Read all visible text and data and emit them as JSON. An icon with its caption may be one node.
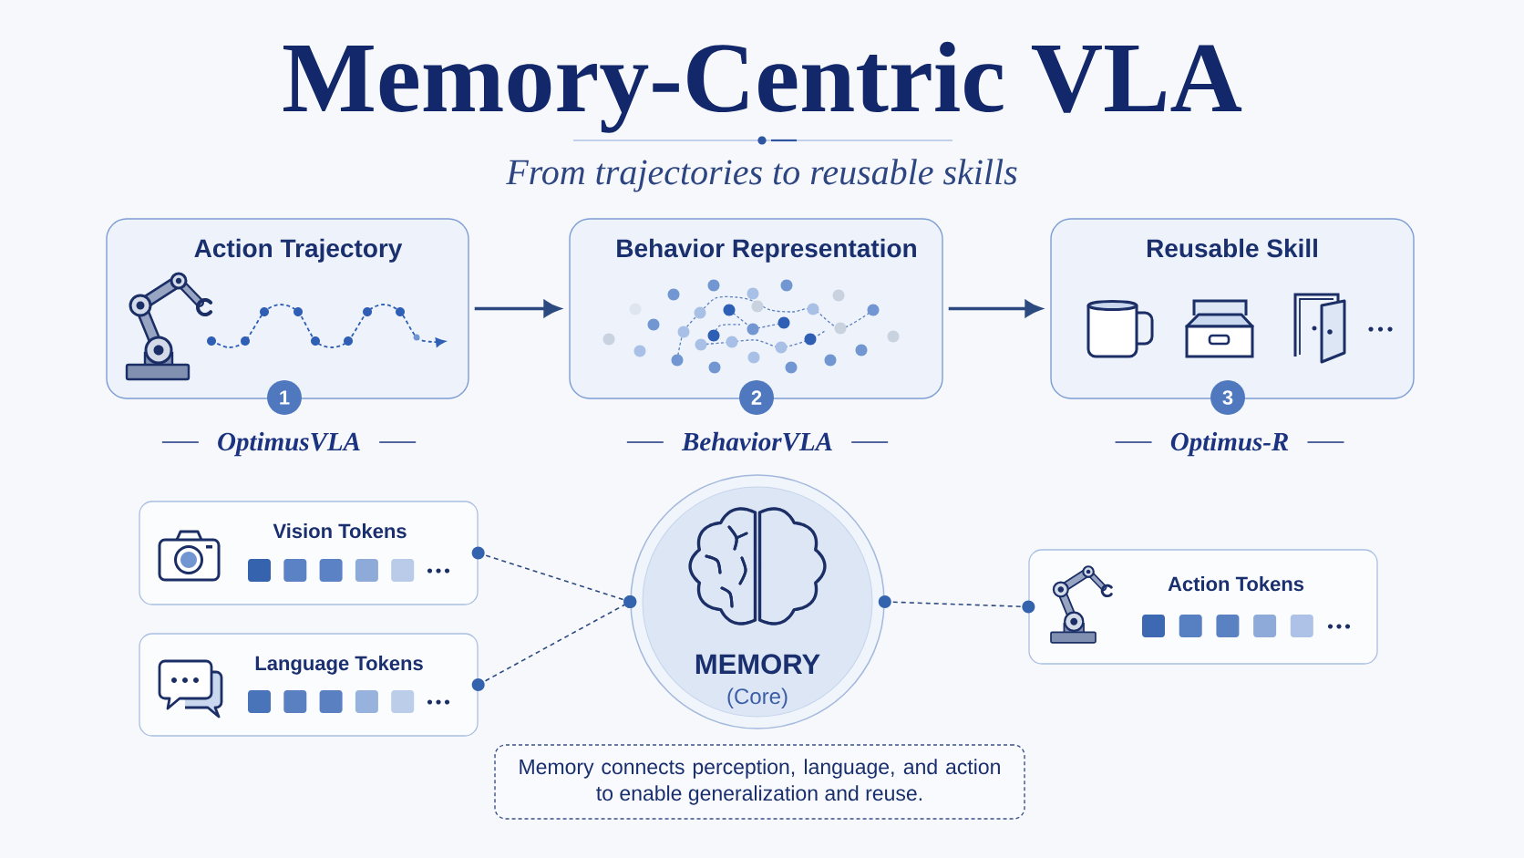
{
  "diagram": {
    "title": "Memory-Centric VLA",
    "nodes": [
      {
        "text": [
          "Action Trajectory"
        ]
      },
      {
        "text": [
          "1"
        ],
        "beside": [
          "OptimusVLA"
        ]
      },
      {
        "text": [
          "Behavior Representation"
        ]
      },
      {
        "text": [
          "2"
        ],
        "beside": [
          "BehaviorVLA"
        ]
      },
      {
        "text": [
          "Reusable Skill"
        ]
      },
      {
        "text": [
          "3"
        ],
        "beside": [
          "Optimus-R"
        ]
      },
      {
        "text": [
          "Vision Tokens"
        ]
      },
      {
        "text": [
          "Language Tokens"
        ]
      },
      {
        "text": [
          "MEMORY",
          "(Core)"
        ]
      },
      {
        "text": [
          "Action Tokens"
        ]
      },
      {
        "text": [
          "Memory connects perception, language, and action to enable generalization and reuse."
        ]
      }
    ],
    "edges": [
      {
        "from": 0,
        "to": 2,
        "arrow": "to"
      },
      {
        "from": 2,
        "to": 4,
        "arrow": "to"
      },
      {
        "from": 6,
        "to": 8,
        "arrow": "other",
        "style": "dashed"
      },
      {
        "from": 7,
        "to": 8,
        "arrow": "other",
        "style": "dashed"
      },
      {
        "from": 8,
        "to": 9,
        "arrow": "other",
        "style": "dashed"
      }
    ],
    "labels": [
      "From trajectories to reusable skills"
    ]
  }
}
